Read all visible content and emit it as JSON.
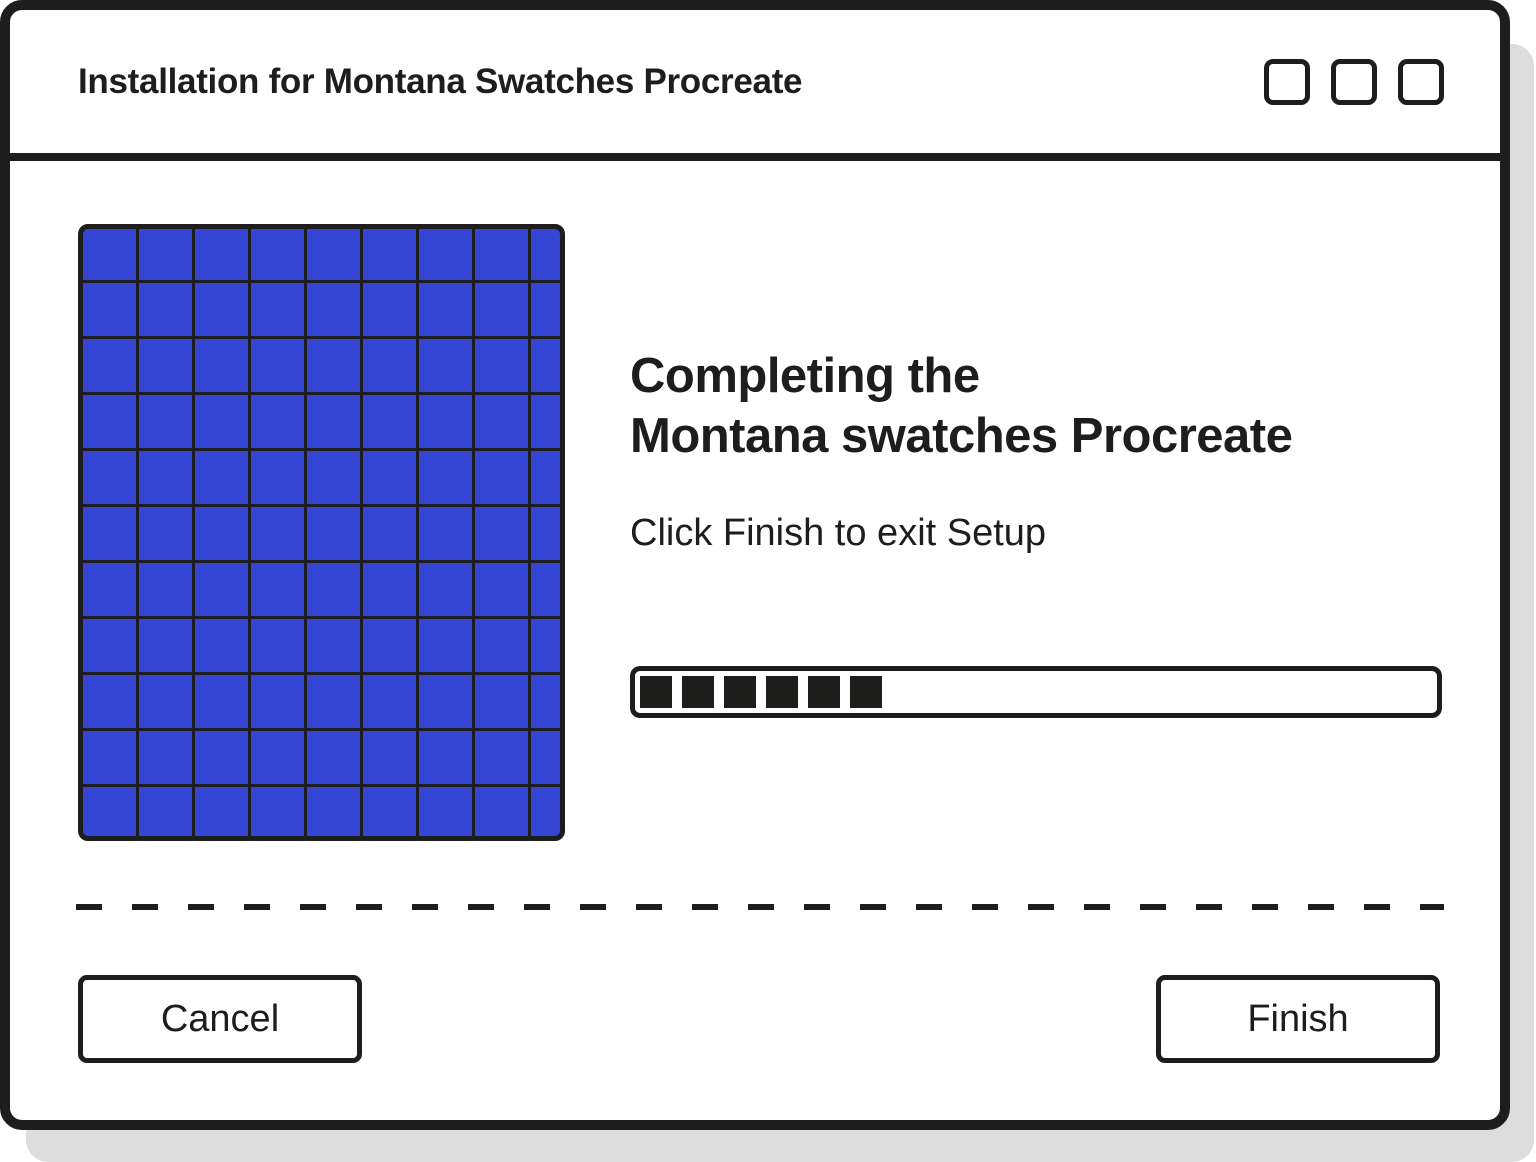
{
  "window": {
    "title": "Installation for Montana Swatches Procreate",
    "controls": [
      "window-control-1",
      "window-control-2",
      "window-control-3"
    ]
  },
  "main": {
    "heading_line1": "Completing the",
    "heading_line2": "Montana swatches Procreate",
    "instruction": "Click Finish to exit Setup",
    "progress": {
      "filled_segments": 6,
      "fraction": 0.3
    }
  },
  "footer": {
    "cancel_label": "Cancel",
    "finish_label": "Finish"
  },
  "colors": {
    "ink": "#1d1d1b",
    "accent": "#3545d4",
    "shadow": "#dddddd",
    "background": "#ffffff"
  }
}
